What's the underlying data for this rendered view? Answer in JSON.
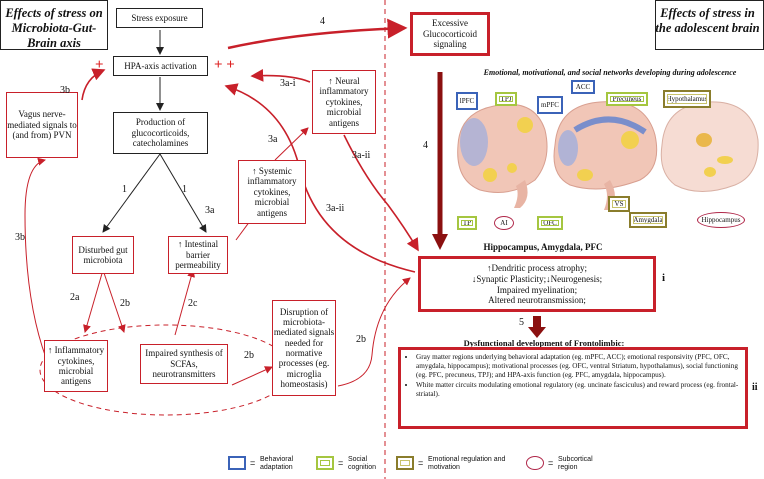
{
  "left_title": "Effects of stress on Microbiota-Gut-Brain axis",
  "right_title": "Effects of stress in the adolescent brain",
  "boxes": {
    "stress": "Stress exposure",
    "hpa": "HPA-axis activation",
    "production": "Production of glucocorticoids, catecholamines",
    "vagus": "Vagus nerve-mediated signals to (and from) PVN",
    "neural": "↑ Neural inflammatory cytokines, microbial antigens",
    "systemic": "↑ Systemic inflammatory cytokines, microbial antigens",
    "disturbed": "Disturbed gut microbiota",
    "intestinal": "↑ Intestinal barrier permeability",
    "inflammatory": "↑ Inflammatory cytokines, microbial antigens",
    "scfa": "Impaired synthesis of SCFAs, neurotransmitters",
    "disruption": "Disruption of microbiota-mediated signals needed for normative processes (eg. microglia homeostasis)",
    "excessive": "Excessive Glucocorticoid signaling"
  },
  "plus_signs": [
    "+",
    "+ +"
  ],
  "arrow_labels": {
    "one_a": "1",
    "one_b": "1",
    "two_a": "2a",
    "two_b": "2b",
    "two_c": "2c",
    "two_b2": "2b",
    "two_b3": "2b",
    "three_a1": "3a",
    "three_a2": "3a",
    "three_ai": "3a-i",
    "three_aii_1": "3a-ii",
    "three_aii_2": "3a-ii",
    "three_b1": "3b",
    "three_b2": "3b",
    "four_top": "4",
    "four_side": "4",
    "five": "5"
  },
  "networks_title": "Emotional, motivational, and social networks developing during adolescence",
  "brain_labels": {
    "lpfc": "lPFC",
    "tpj": "TPJ",
    "mpfc": "mPFC",
    "acc": "ACC",
    "precuneus": "Precuneus",
    "hypothalamus": "Hypothalamus",
    "tp": "TP",
    "ai": "AI",
    "ofc": "OFC",
    "vs": "VS",
    "amygdala": "Amygdala",
    "hippocampus": "Hippocampus"
  },
  "hippo_title": "Hippocampus, Amygdala, PFC",
  "hippo_lines": [
    "↑Dendritic process atrophy;",
    "↓Synaptic Plasticity;↓Neurogenesis;",
    "Impaired myelination;",
    "Altered neurotransmission;"
  ],
  "marker_i": "i",
  "marker_ii": "ii",
  "dysfunction_title": "Dysfunctional development of Frontolimbic:",
  "bullets": [
    "Gray matter regions underlying behavioral adaptation (eg. mPFC, ACC); emotional responsivity (PFC, OFC, amygdala, hippocampus); motivational processes (eg. OFC, ventral Striatum, hypothalamus), social functioning (eg. PFC, precuneus, TPJ); and HPA-axis function (eg. PFC, amygdala, hippocampus).",
    "White matter circuits modulating emotional regulatory (eg. uncinate fasciculus) and reward process (eg. frontal-striatal)."
  ],
  "legend": {
    "eq": "=",
    "behavioral": "Behavioral adaptation",
    "social": "Social cognition",
    "emotional": "Emotional regulation and motivation",
    "subcortical": "Subcortical region"
  },
  "colors": {
    "red": "#c8202a",
    "dark_red": "#8b1010",
    "blue": "#3b63b8",
    "green": "#a5c640",
    "olive": "#8a7d2c",
    "pink": "#b0284a"
  }
}
